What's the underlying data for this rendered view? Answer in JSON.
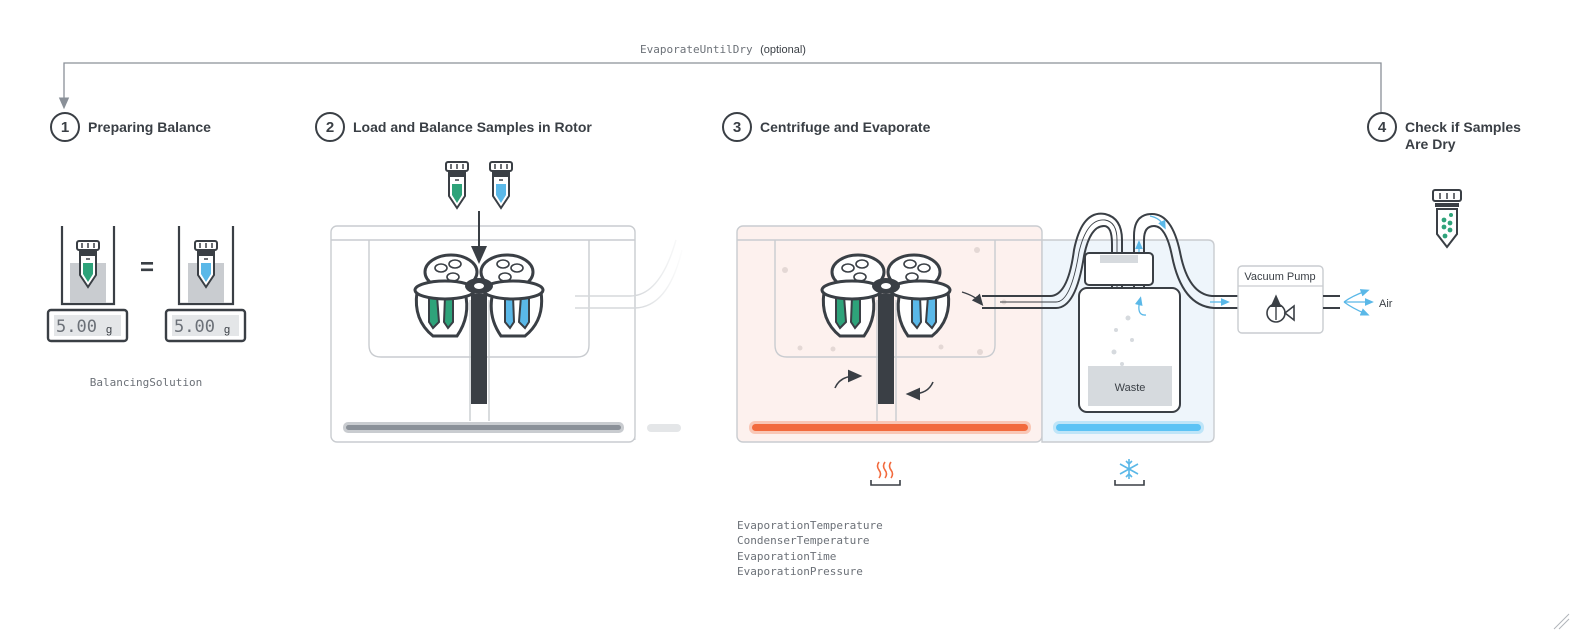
{
  "loop": {
    "label_code": "EvaporateUntilDry",
    "label_note": "(optional)"
  },
  "steps": [
    {
      "number": "1",
      "title": "Preparing Balance"
    },
    {
      "number": "2",
      "title": "Load and Balance Samples in Rotor"
    },
    {
      "number": "3",
      "title": "Centrifuge and Evaporate"
    },
    {
      "number": "4",
      "title_line1": "Check if Samples",
      "title_line2": "Are Dry"
    }
  ],
  "balance": {
    "reading_left": "5.00",
    "reading_right": "5.00",
    "unit": "g",
    "equals": "=",
    "parameter": "BalancingSolution"
  },
  "evaporator": {
    "waste_label": "Waste",
    "pump_label": "Vacuum Pump",
    "air_label": "Air"
  },
  "parameters": [
    "EvaporationTemperature",
    "CondenserTemperature",
    "EvaporationTime",
    "EvaporationPressure"
  ],
  "colors": {
    "dark": "#3a3f45",
    "green": "#2ea37a",
    "blue": "#5ab8e8",
    "heat": "#f26a3d",
    "cold": "#5cc3f5",
    "heat_bg": "#fdf1ee",
    "cold_bg": "#eef5fb"
  }
}
